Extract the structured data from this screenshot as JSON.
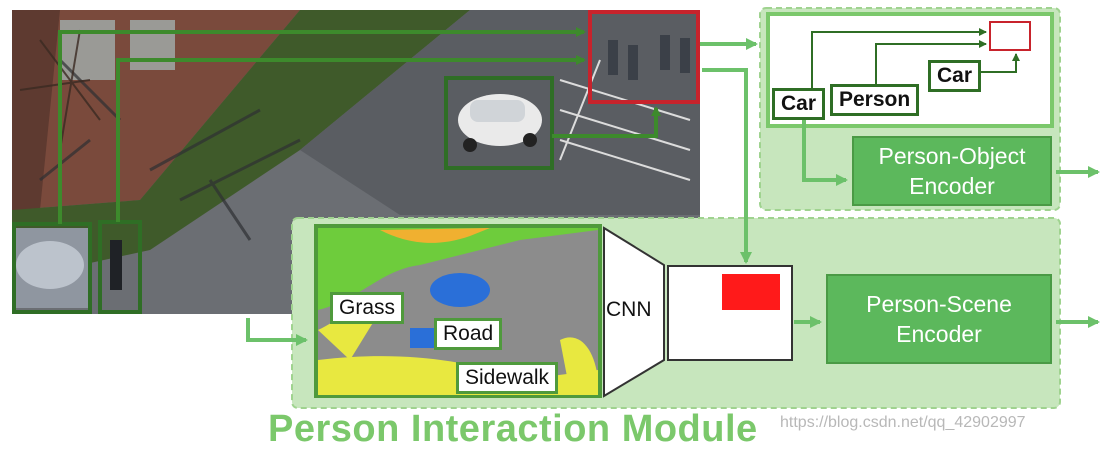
{
  "module_title": "Person Interaction Module",
  "watermark": "https://blog.csdn.net/qq_42902997",
  "object_labels": {
    "car_left": "Car",
    "person": "Person",
    "car_right": "Car"
  },
  "scene_labels": {
    "grass": "Grass",
    "road": "Road",
    "sidewalk": "Sidewalk"
  },
  "cnn_label": "CNN",
  "encoders": {
    "person_object_line1": "Person-Object",
    "person_object_line2": "Encoder",
    "person_scene_line1": "Person-Scene",
    "person_scene_line2": "Encoder"
  },
  "colors": {
    "dark_green": "#2f6e25",
    "mid_green": "#4f9a3c",
    "light_green": "#7bc86b",
    "panel_green": "#c7e6bd",
    "encoder_green": "#5cb85c",
    "red_box": "#c8232c",
    "red_fill": "#ff1a1a"
  }
}
